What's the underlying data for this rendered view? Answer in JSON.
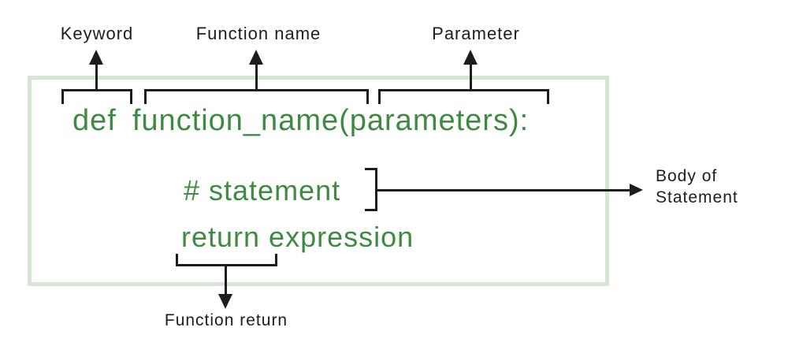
{
  "labels": {
    "keyword": "Keyword",
    "function_name": "Function name",
    "parameter": "Parameter",
    "body_of_statement_line1": "Body of",
    "body_of_statement_line2": "Statement",
    "function_return": "Function return"
  },
  "code": {
    "keyword": "def",
    "signature": "function_name(parameters):",
    "statement": "# statement",
    "return_statement": "return expression"
  },
  "colors": {
    "code_green": "#3e8a42",
    "box_border_green": "#d7e5d5",
    "annotation_black": "#1d1d1d"
  }
}
